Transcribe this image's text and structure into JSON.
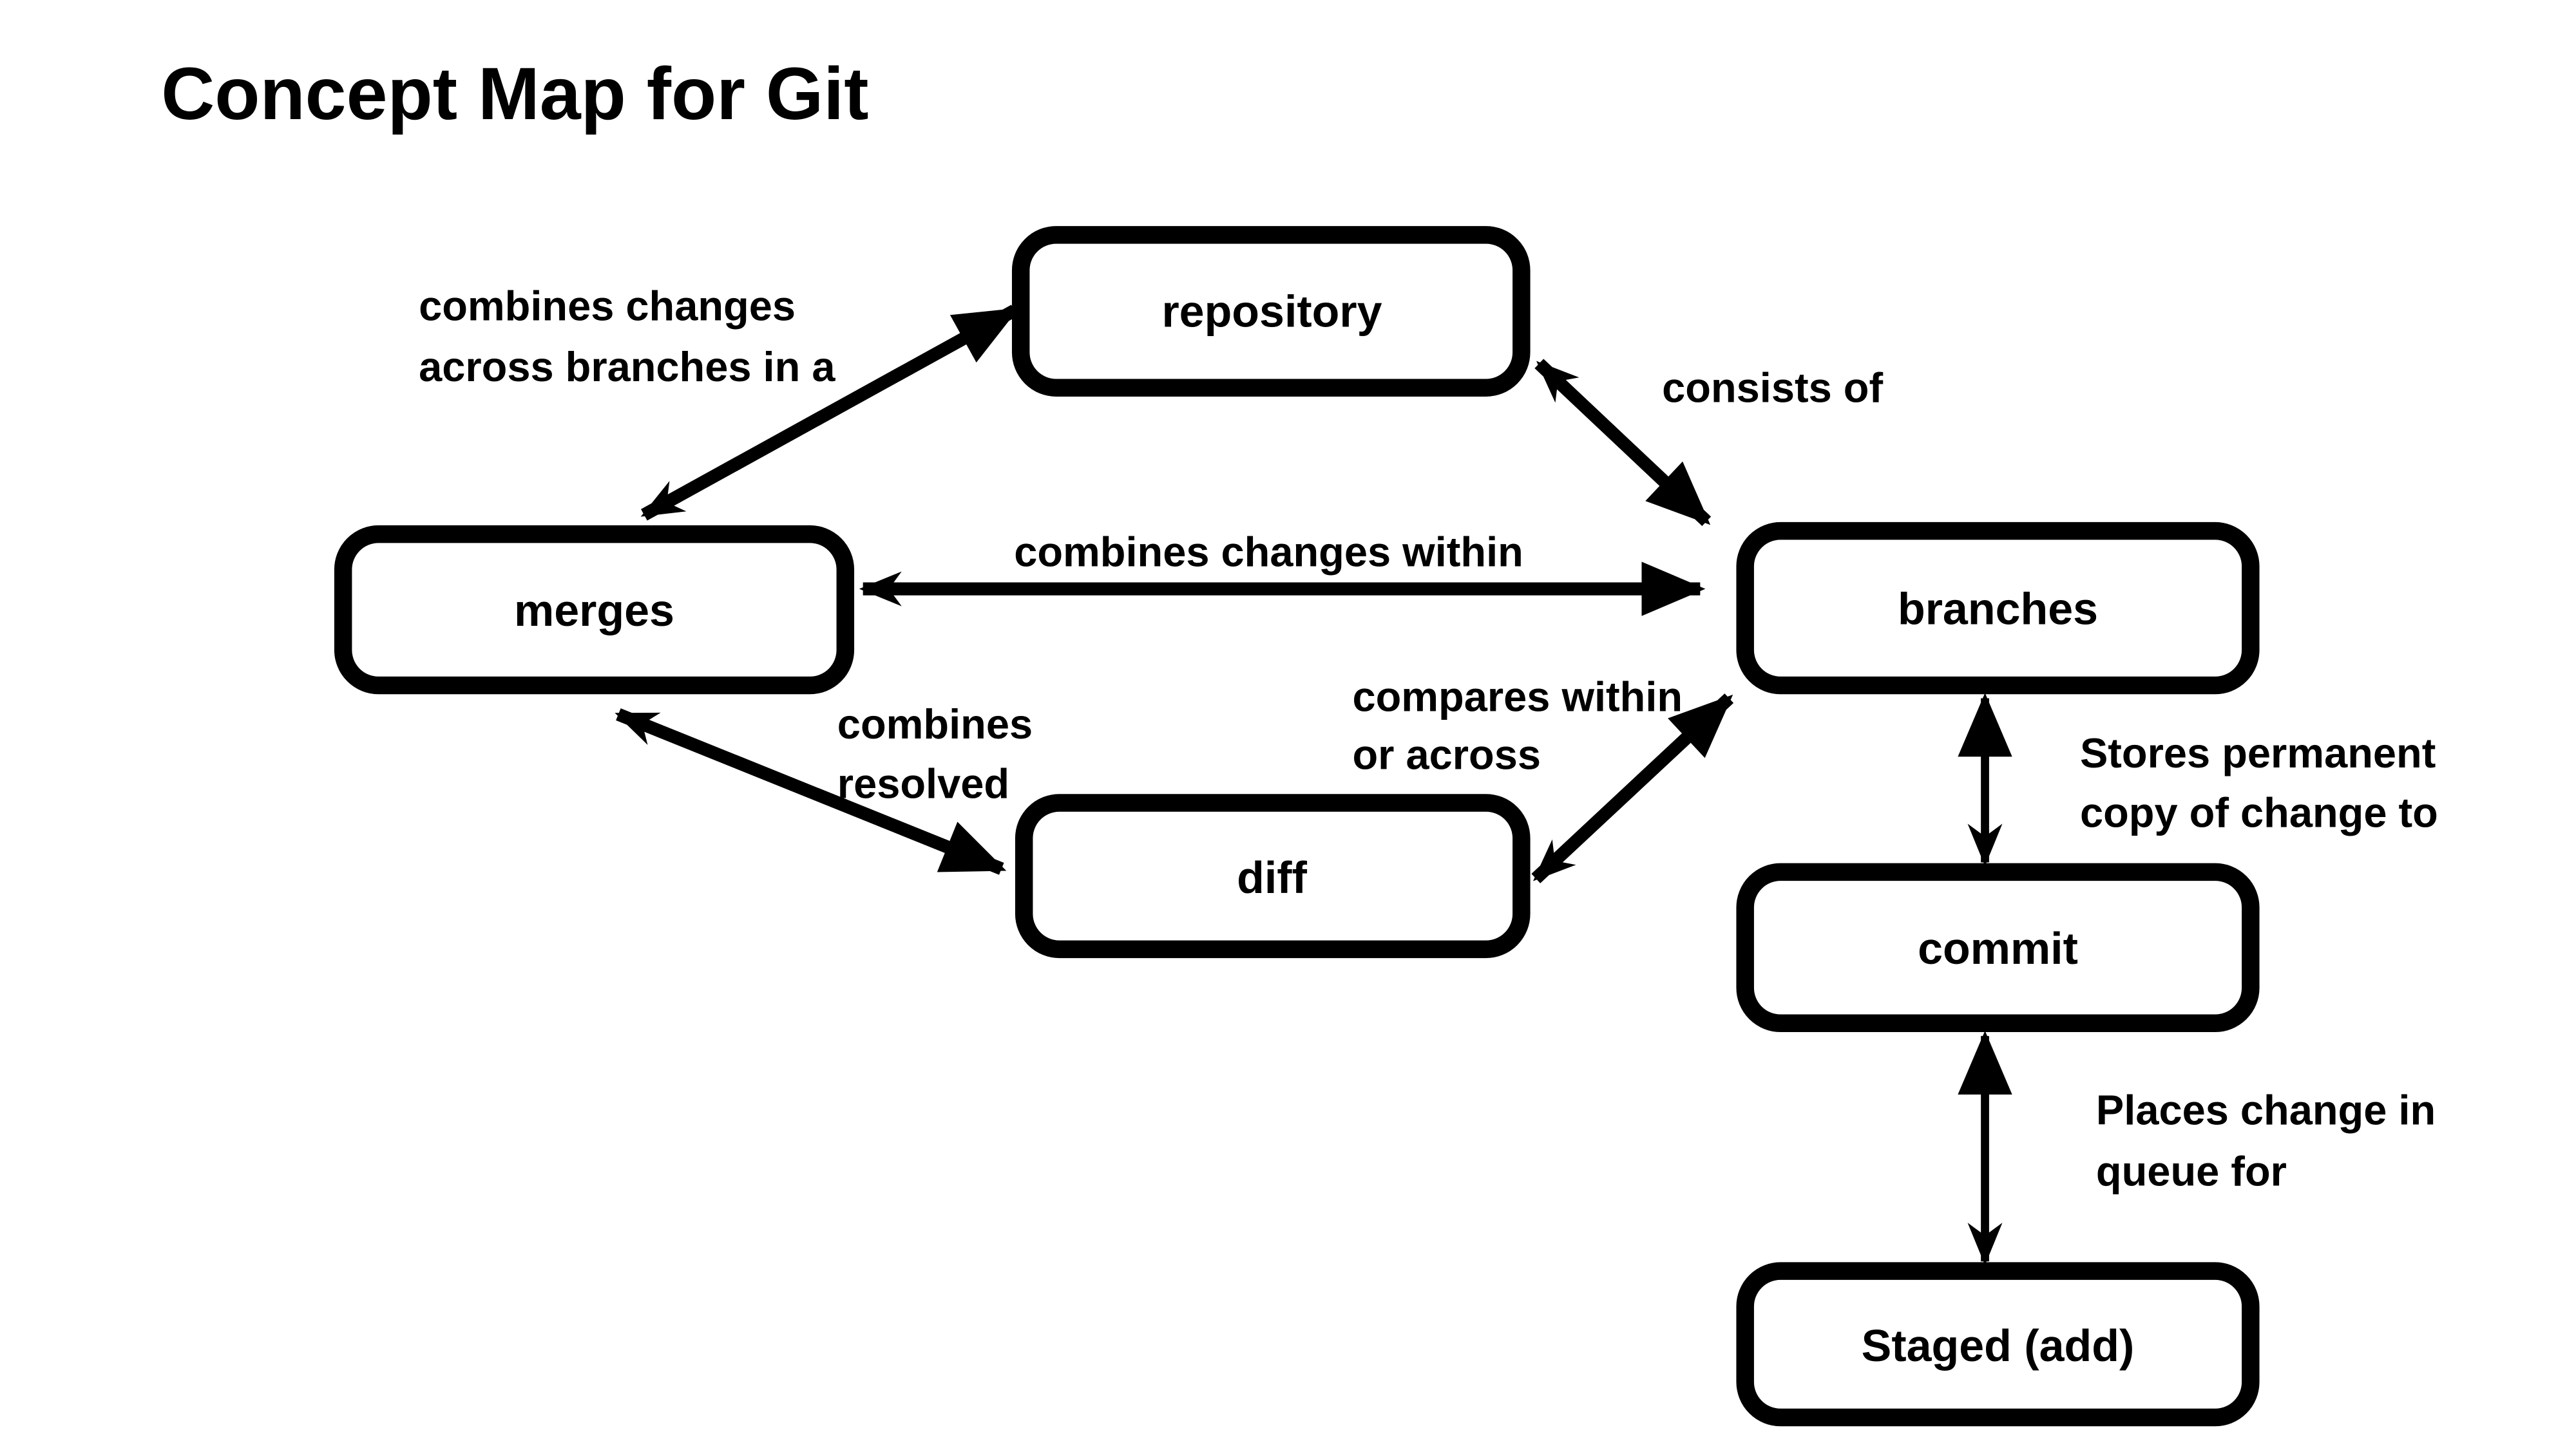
{
  "title": "Concept Map for Git",
  "colors": {
    "ink": "#000000",
    "background": "#ffffff"
  },
  "nodes": {
    "repository": {
      "label": "repository"
    },
    "merges": {
      "label": "merges"
    },
    "branches": {
      "label": "branches"
    },
    "diff": {
      "label": "diff"
    },
    "commit": {
      "label": "commit"
    },
    "staged": {
      "label": "Staged (add)"
    }
  },
  "edges": {
    "merges_repository": {
      "from": "merges",
      "to": "repository",
      "label_lines": [
        "combines changes",
        "across branches in a"
      ]
    },
    "repository_branches": {
      "from": "repository",
      "to": "branches",
      "label_lines": [
        "consists of"
      ]
    },
    "merges_branches": {
      "from": "merges",
      "to": "branches",
      "label_lines": [
        "combines changes within"
      ]
    },
    "merges_diff": {
      "from": "merges",
      "to": "diff",
      "label_lines": [
        "combines",
        "resolved"
      ]
    },
    "diff_branches": {
      "from": "diff",
      "to": "branches",
      "label_lines": [
        "compares within",
        "or across"
      ]
    },
    "branches_commit": {
      "from": "branches",
      "to": "commit",
      "label_lines": [
        "Stores permanent",
        "copy of change to"
      ]
    },
    "commit_staged": {
      "from": "commit",
      "to": "staged",
      "label_lines": [
        "Places change in",
        "queue for"
      ]
    }
  }
}
